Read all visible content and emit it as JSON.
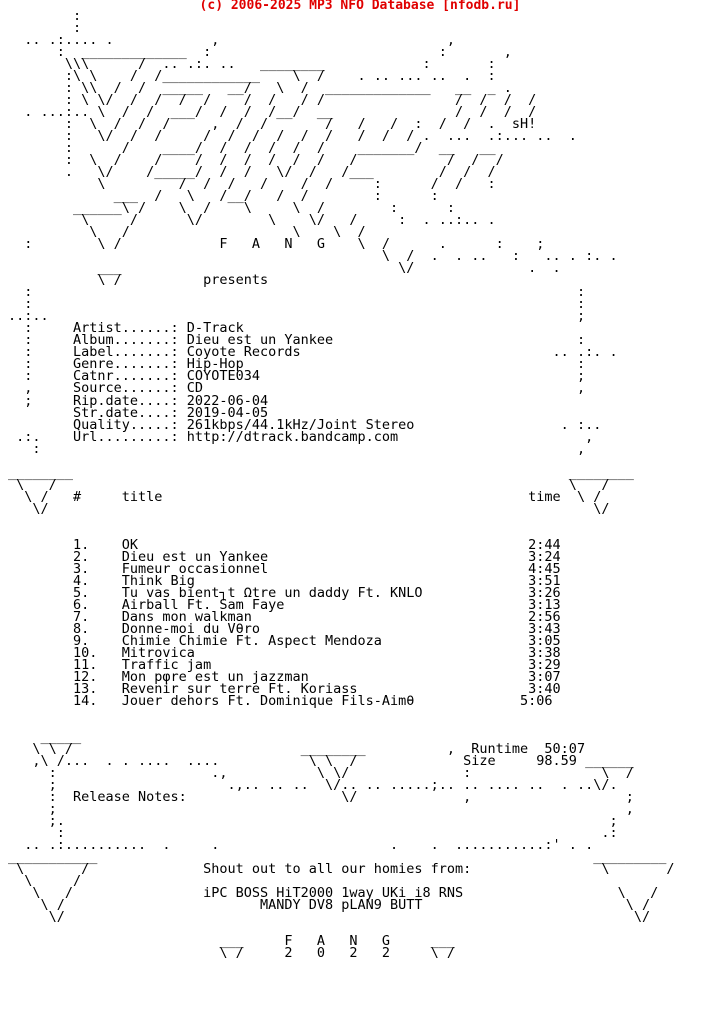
{
  "header": "(c) 2006-2025 MP3 NFO Database [nfodb.ru]",
  "lines": [
    "        :",
    "        :",
    "  .. .:.... .            ,                            ,",
    "      :  _____________  :                            :       ,",
    "       \\\\\\      /  .. .:. ..   ________            :       :",
    "       :\\ \\    /  /____________    \\  /    . .. ... ..  .  :",
    "       : \\\\  /  /  _____   __/   \\  /  _____________   __  _ .",
    "       : \\ \\/  /  /  /  /    /  /   / /                /  /  /  /",
    "  . ...:.. \\  /  /  ___/  /  /  /__/  __               /  /  /  /",
    "       :  \\  /  /  /     ,  /  /       /   /   /  :  /  /  .  sH!",
    "       :   \\/  /  /     /  /  /  /  /  /   /  /  / .  ...  .:... ..  .",
    "       :      /    ____/  /  /  /  /  /    _______/  __   __",
    "       :  \\  /    /    /  /  /  /  /  /   /           /  /  /",
    "       .   \\/    /_____/  /  /   \\/  /   /___        /  /  /",
    "           \\         /  /  /   /    /  /     :      /  /   :",
    "             ___  /   \\   /__/   /  /        :      :",
    "        ______\\ /    \\  /    \\     \\  /        :      :",
    "         \\     /      \\/        \\    \\/   /     :  . ..:.. .",
    "          \\   /                    \\    \\  /",
    "  :        \\ /            F   A   N   G    \\  /      .      :    ;",
    "                                              \\  /  .  . ..   :   .. . :. .",
    "           ___                                  \\/              .  .",
    "           \\ /          presents",
    "  :                                                                   :",
    "  :                                                                   :",
    "..:..                                                                 ;",
    "  :     Artist......: D-Track",
    "  :     Album.......: Dieu est un Yankee                              :",
    "  :     Label.......: Coyote Records                               .. .:. .",
    "  :     Genre.......: Hip-Hop                                         :",
    "  :     Catnr.......: COYOTE034                                       ;",
    "  ,     Source......: CD                                              ,",
    "  ;     Rip.date....: 2022-06-04",
    "        Str.date....: 2019-04-05",
    "        Quality.....: 261kbps/44.1kHz/Joint Stereo                  . :..",
    " .:.    Url.........: http://dtrack.bandcamp.com                       ,",
    "   :                                                                  ,",
    "",
    "________                                                             ________",
    " \\   /                                                               \\   /",
    "  \\ /   #     title                                             time  \\ /",
    "   \\/                                                                   \\/",
    "",
    "",
    "        1.    OK                                                2:44",
    "        2.    Dieu est un Yankee                                3:24",
    "        3.    Fumeur occasionnel                                4:45",
    "        4.    Think Big                                         3:51",
    "        5.    Tu vas bient┐t Ωtre un daddy Ft. KNLO             3:26",
    "        6.    Airball Ft. Sam Faye                              3:13",
    "        7.    Dans mon walkman                                  2:56",
    "        8.    Donne-moi du Vθro                                 3:43",
    "        9.    Chimie Chimie Ft. Aspect Mendoza                  3:05",
    "        10.   Mitrovica                                         3:38",
    "        11.   Traffic jam                                       3:29",
    "        12.   Mon pφre est un jazzman                           3:07",
    "        13.   Revenir sur terre Ft. Koriass                     3:40",
    "        14.   Jouer dehors Ft. Dominique Fils-Aimθ             5:06",
    "",
    "",
    "    _____",
    "   \\ \\ /                            ________          ,  Runtime  50:07",
    "   ,\\ /...  . . ....  ....           \\ \\  /             Size     98.59 ______",
    "     :                   .,           \\ \\/              :                \\  /",
    "     ;                     .,.. .. ..  \\/.. .. .....;.. .. .... ..  . ..\\/.",
    "     :  Release Notes:                   \\/             ,                   ;",
    "     ;                                                                      ,",
    "     ;.                                                                   ;",
    "      :                                                                  .:",
    "  .. .:..........  .     .                     .    .  ...........:' . .",
    "___________                                                             _________",
    " \\       /              Shout out to all our homies from:                \\       /",
    "  \\     /",
    "   \\   /                iPC BOSS HiT2000 1way UKi i8 RNS                   \\   /",
    "    \\ /                        MANDY DV8 pLAN9 BUTT                         \\ /",
    "     \\/                                                                      \\/",
    "",
    "                          ___     F   A   N   G     ___",
    "                          \\ /     2   0   2   2     \\ /"
  ]
}
